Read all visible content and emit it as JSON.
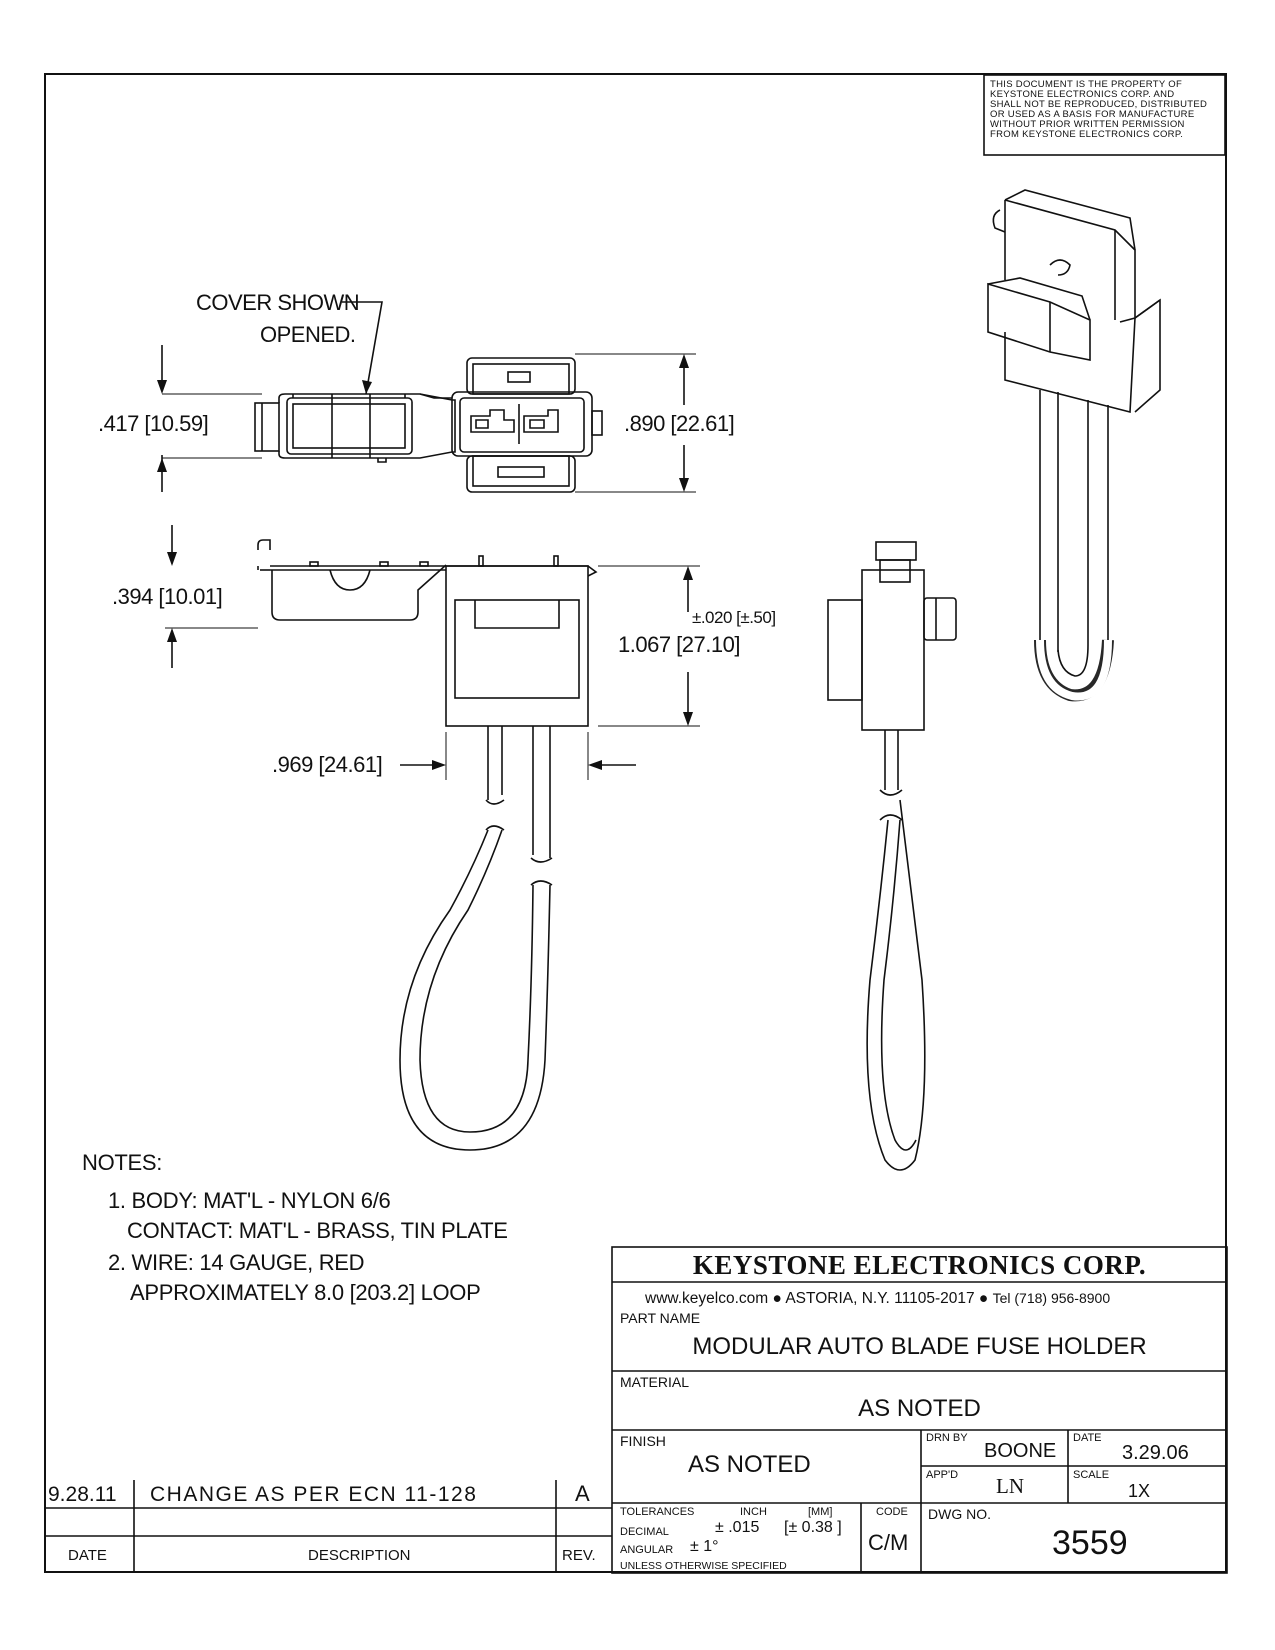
{
  "proprietary_notice": [
    "THIS DOCUMENT IS THE PROPERTY OF",
    "KEYSTONE ELECTRONICS CORP. AND",
    "SHALL NOT BE REPRODUCED, DISTRIBUTED",
    "OR USED AS A BASIS FOR MANUFACTURE",
    "WITHOUT PRIOR WRITTEN PERMISSION",
    "FROM KEYSTONE ELECTRONICS CORP."
  ],
  "callout": {
    "line1": "COVER SHOWN",
    "line2": "OPENED."
  },
  "dimensions": {
    "top_height": ".417 [10.59]",
    "top_width": ".890 [22.61]",
    "front_cover_height": ".394 [10.01]",
    "front_tolerance": "±.020 [±.50]",
    "front_height": "1.067 [27.10]",
    "front_width": ".969 [24.61]"
  },
  "notes": {
    "heading": "NOTES:",
    "items": [
      {
        "line1": "1. BODY: MAT'L - NYLON 6/6",
        "line2": "CONTACT: MAT'L - BRASS, TIN PLATE"
      },
      {
        "line1": "2. WIRE: 14 GAUGE, RED",
        "line2": "APPROXIMATELY 8.0 [203.2] LOOP"
      }
    ]
  },
  "revision": {
    "date": "9.28.11",
    "description": "CHANGE AS PER ECN 11-128",
    "rev": "A",
    "date_label": "DATE",
    "description_label": "DESCRIPTION",
    "rev_label": "REV."
  },
  "title_block": {
    "company": "KEYSTONE ELECTRONICS CORP.",
    "website": "www.keyelco.com",
    "location": "ASTORIA, N.Y. 11105-2017",
    "tel": "Tel (718) 956-8900",
    "part_name_label": "PART NAME",
    "part_name": "MODULAR AUTO BLADE FUSE HOLDER",
    "material_label": "MATERIAL",
    "material": "AS NOTED",
    "finish_label": "FINISH",
    "finish": "AS NOTED",
    "drn_by_label": "DRN BY",
    "drn_by": "BOONE",
    "date_label": "DATE",
    "date": "3.29.06",
    "appd_label": "APP'D",
    "appd": "LN",
    "scale_label": "SCALE",
    "scale": "1X",
    "tolerances_label": "TOLERANCES",
    "inch_label": "INCH",
    "mm_label": "[MM]",
    "decimal_label": "DECIMAL",
    "decimal_inch": "± .015",
    "decimal_mm": "[± 0.38 ]",
    "angular_label": "ANGULAR",
    "angular": "± 1°",
    "unless_label": "UNLESS OTHERWISE SPECIFIED",
    "code_label": "CODE",
    "code": "C/M",
    "dwg_no_label": "DWG NO.",
    "dwg_no": "3559"
  }
}
